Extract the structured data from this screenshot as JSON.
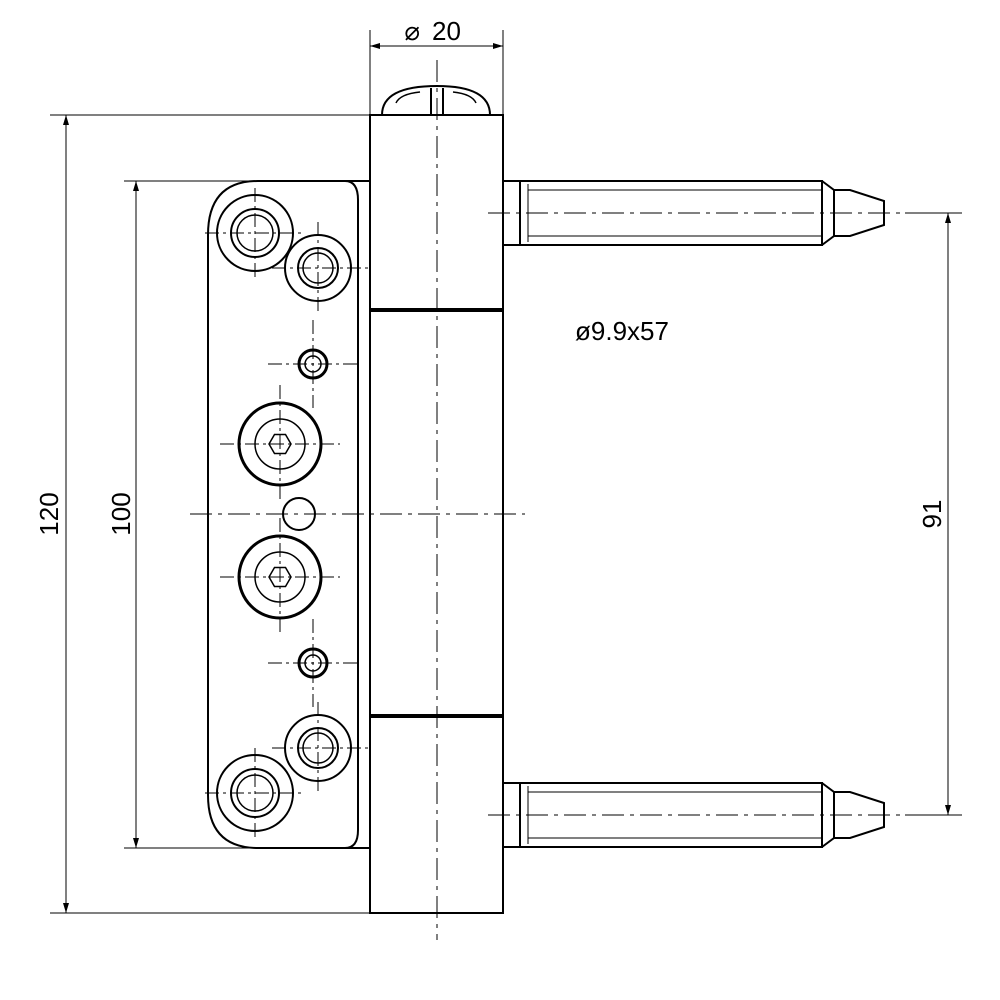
{
  "dimensions": {
    "pin_diameter": "20",
    "total_height": "120",
    "plate_height": "100",
    "pin_spacing": "91",
    "pin_spec": "ø9.9x57"
  },
  "symbols": {
    "diameter": "⌀"
  }
}
